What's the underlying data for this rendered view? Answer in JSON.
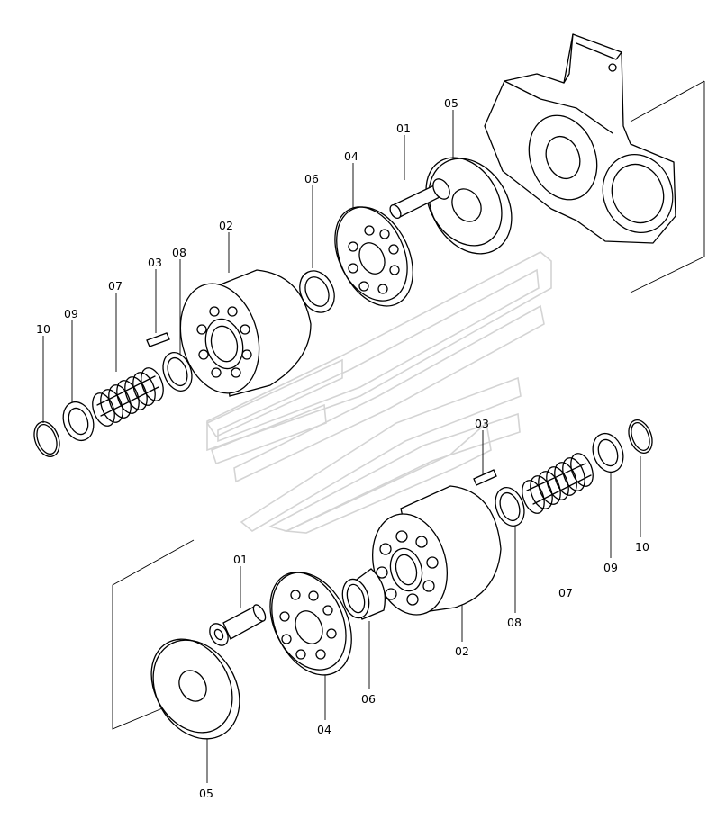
{
  "callouts": [
    {
      "id": "c01a",
      "text": "01"
    },
    {
      "id": "c05a",
      "text": "05"
    },
    {
      "id": "c04a",
      "text": "04"
    },
    {
      "id": "c06a",
      "text": "06"
    },
    {
      "id": "c02a",
      "text": "02"
    },
    {
      "id": "c08a",
      "text": "08"
    },
    {
      "id": "c03a",
      "text": "03"
    },
    {
      "id": "c07a",
      "text": "07"
    },
    {
      "id": "c09a",
      "text": "09"
    },
    {
      "id": "c10a",
      "text": "10"
    },
    {
      "id": "c03b",
      "text": "03"
    },
    {
      "id": "c10b",
      "text": "10"
    },
    {
      "id": "c09b",
      "text": "09"
    },
    {
      "id": "c07b",
      "text": "07"
    },
    {
      "id": "c08b",
      "text": "08"
    },
    {
      "id": "c02b",
      "text": "02"
    },
    {
      "id": "c01b",
      "text": "01"
    },
    {
      "id": "c06b",
      "text": "06"
    },
    {
      "id": "c04b",
      "text": "04"
    },
    {
      "id": "c05b",
      "text": "05"
    }
  ]
}
